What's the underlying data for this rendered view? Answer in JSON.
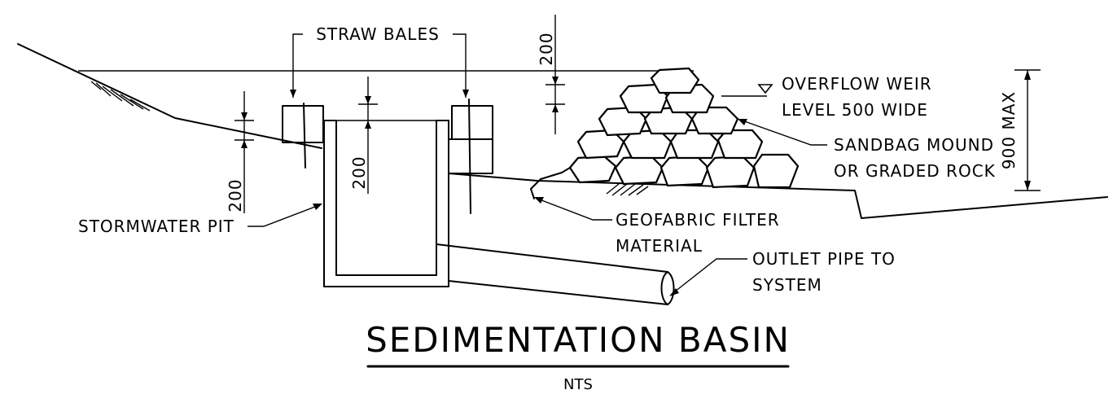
{
  "labels": {
    "straw_bales": "STRAW BALES",
    "dim_top": "200",
    "dim_left": "200",
    "dim_pit": "200",
    "overflow_line1": "OVERFLOW WEIR",
    "overflow_line2": "LEVEL 500 WIDE",
    "sandbag_line1": "SANDBAG MOUND",
    "sandbag_line2": "OR GRADED ROCK",
    "max_dim": "900 MAX",
    "stormwater_pit": "STORMWATER PIT",
    "geofabric_line1": "GEOFABRIC FILTER",
    "geofabric_line2": "MATERIAL",
    "outlet_line1": "OUTLET PIPE TO",
    "outlet_line2": "SYSTEM"
  },
  "title": "SEDIMENTATION BASIN",
  "subtitle": "NTS"
}
